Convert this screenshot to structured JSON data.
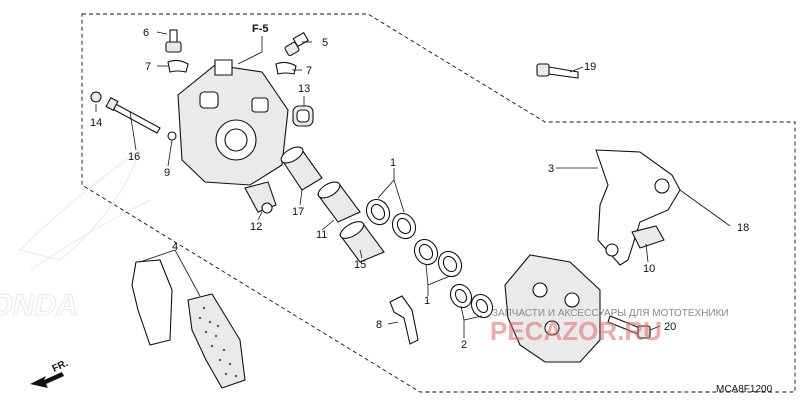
{
  "section_ref": "F-5",
  "diagram_code": "MCA8F1200",
  "front_label": "FR.",
  "watermark": {
    "text": "ЗАПЧАСТИ И АКСЕССУАРЫ ДЛЯ МОТОТЕХНИКИ",
    "brand": "PECAZOR.RU",
    "logo_text": "HONDA"
  },
  "callouts": {
    "c1a": "1",
    "c1b": "1",
    "c2": "2",
    "c3": "3",
    "c4": "4",
    "c5": "5",
    "c6": "6",
    "c7a": "7",
    "c7b": "7",
    "c8": "8",
    "c9": "9",
    "c10": "10",
    "c11": "11",
    "c12": "12",
    "c13": "13",
    "c14": "14",
    "c15": "15",
    "c16": "16",
    "c17": "17",
    "c18": "18",
    "c19": "19",
    "c20": "20"
  }
}
